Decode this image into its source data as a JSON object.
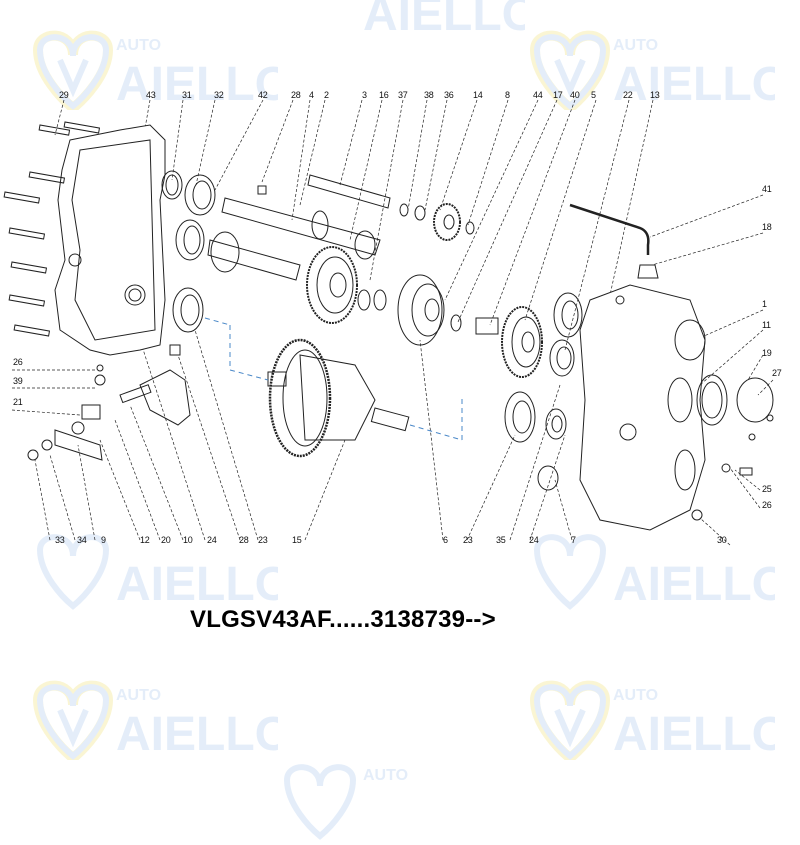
{
  "watermark": {
    "top_text": "AUTO",
    "main_text": "AIELLO",
    "color_blue": "#cfe0f5",
    "color_yellow": "#f7eeb0"
  },
  "caption": "VLGSV43AF......3138739-->",
  "callouts_top": [
    "29",
    "43",
    "31",
    "32",
    "42",
    "28",
    "4",
    "2",
    "3",
    "16",
    "37",
    "38",
    "36",
    "14",
    "8",
    "44",
    "17",
    "40",
    "5",
    "22",
    "13"
  ],
  "callouts_right": [
    "41",
    "18",
    "1",
    "11",
    "19",
    "27",
    "25",
    "26",
    "30"
  ],
  "callouts_left": [
    "26",
    "39",
    "21"
  ],
  "callouts_bottom": [
    "33",
    "34",
    "9",
    "12",
    "20",
    "10",
    "24",
    "28",
    "23",
    "15",
    "6",
    "23",
    "35",
    "24",
    "7"
  ],
  "parts": {
    "housing_left": "left-housing",
    "housing_right": "right-housing",
    "differential": "differential-assembly",
    "gears": [
      "idler-gear",
      "drive-gear",
      "output-gear"
    ]
  }
}
